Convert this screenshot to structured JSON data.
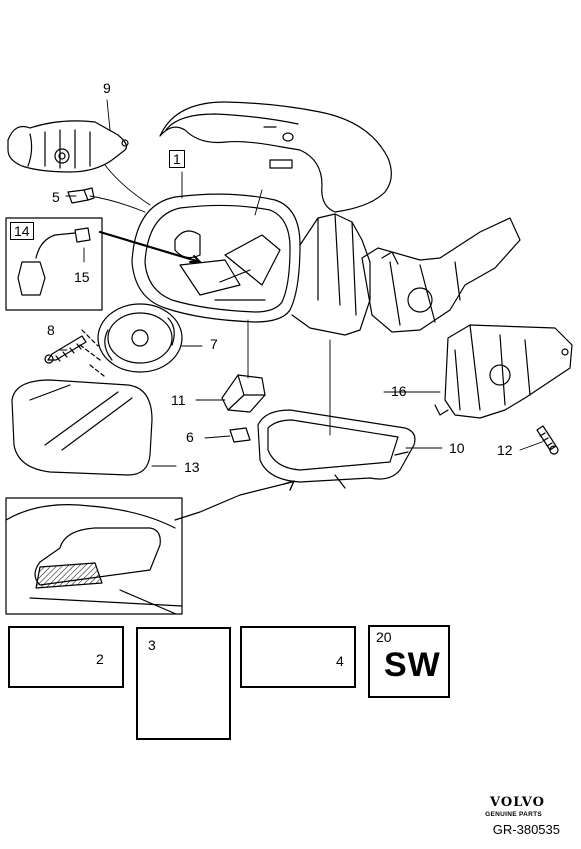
{
  "callouts": {
    "c1": "1",
    "c2": "2",
    "c3": "3",
    "c4": "4",
    "c5": "5",
    "c6": "6",
    "c7": "7",
    "c8": "8",
    "c9": "9",
    "c10": "10",
    "c11": "11",
    "c12": "12",
    "c13": "13",
    "c14": "14",
    "c15": "15",
    "c16": "16",
    "c20": "20"
  },
  "sw_label": "SW",
  "brand": {
    "name": "VOLVO",
    "tagline": "GENUINE PARTS"
  },
  "reference": "GR-380535",
  "colors": {
    "line": "#000000",
    "background": "#ffffff",
    "hatch": "#000000"
  }
}
